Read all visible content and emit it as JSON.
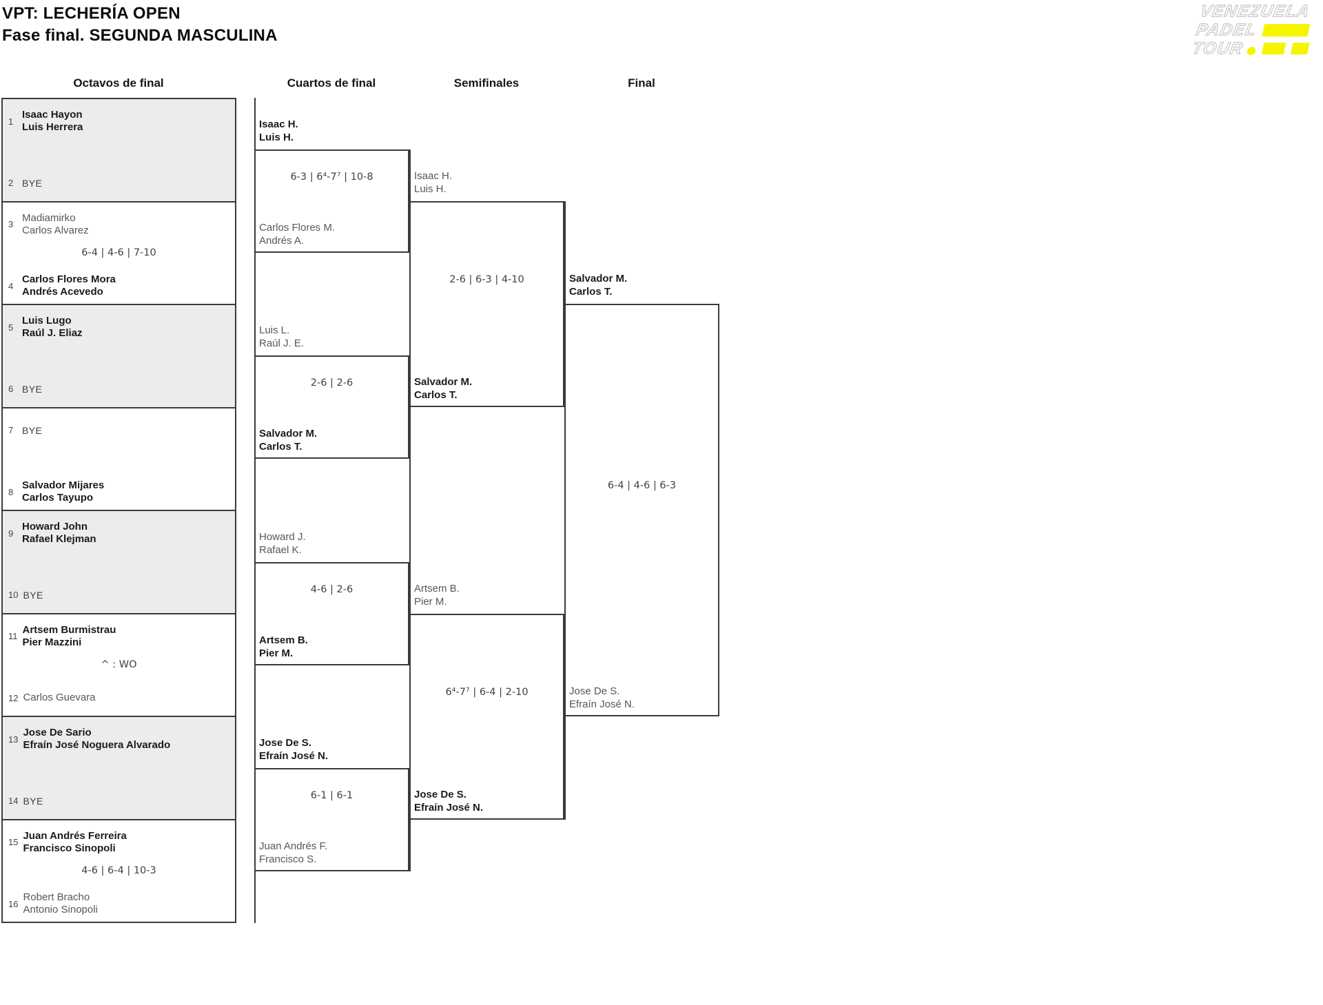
{
  "title": {
    "line1": "VPT: LECHERÍA OPEN",
    "line2": "Fase final. SEGUNDA MASCULINA"
  },
  "logo": {
    "line1": "VENEZUELA",
    "line2": "PADEL",
    "line3": "TOUR",
    "accent": "#f5f500"
  },
  "rounds": {
    "r16": "Octavos de final",
    "qf": "Cuartos de final",
    "sf": "Semifinales",
    "f": "Final"
  },
  "colors": {
    "border": "#3a3a3a",
    "shade": "#ececec",
    "winner": "#1b1b1b",
    "loser": "#575757",
    "neutral": "#3f3f3f"
  },
  "bracket": {
    "r16": [
      {
        "top": {
          "seed": "1",
          "line1": "Isaac Hayon",
          "line2": "Luis Herrera",
          "style": "winner"
        },
        "bottom": {
          "seed": "2",
          "line1": "BYE",
          "line2": "",
          "style": "bye"
        },
        "score": ""
      },
      {
        "top": {
          "seed": "3",
          "line1": "Madiamirko",
          "line2": "Carlos Alvarez",
          "style": "loser"
        },
        "bottom": {
          "seed": "4",
          "line1": "Carlos Flores Mora",
          "line2": "Andrés Acevedo",
          "style": "winner"
        },
        "score": "6-4 | 4-6 | 7-10"
      },
      {
        "top": {
          "seed": "5",
          "line1": "Luis Lugo",
          "line2": "Raúl J. Eliaz",
          "style": "winner"
        },
        "bottom": {
          "seed": "6",
          "line1": "BYE",
          "line2": "",
          "style": "bye"
        },
        "score": ""
      },
      {
        "top": {
          "seed": "7",
          "line1": "BYE",
          "line2": "",
          "style": "bye"
        },
        "bottom": {
          "seed": "8",
          "line1": "Salvador Mijares",
          "line2": "Carlos Tayupo",
          "style": "winner"
        },
        "score": ""
      },
      {
        "top": {
          "seed": "9",
          "line1": "Howard John",
          "line2": "Rafael Klejman",
          "style": "winner"
        },
        "bottom": {
          "seed": "10",
          "line1": "BYE",
          "line2": "",
          "style": "bye"
        },
        "score": ""
      },
      {
        "top": {
          "seed": "11",
          "line1": "Artsem Burmistrau",
          "line2": "Pier Mazzini",
          "style": "winner"
        },
        "bottom": {
          "seed": "12",
          "line1": "Carlos Guevara",
          "line2": "",
          "style": "loser"
        },
        "score": "^ : WO"
      },
      {
        "top": {
          "seed": "13",
          "line1": "Jose De Sario",
          "line2": "Efraín José Noguera Alvarado",
          "style": "winner"
        },
        "bottom": {
          "seed": "14",
          "line1": "BYE",
          "line2": "",
          "style": "bye"
        },
        "score": ""
      },
      {
        "top": {
          "seed": "15",
          "line1": "Juan Andrés Ferreira",
          "line2": "Francisco Sinopoli",
          "style": "winner"
        },
        "bottom": {
          "seed": "16",
          "line1": "Robert Bracho",
          "line2": "Antonio Sinopoli",
          "style": "loser"
        },
        "score": "4-6 | 6-4 | 10-3"
      }
    ],
    "qf": [
      {
        "top": {
          "line1": "Isaac H.",
          "line2": "Luis H.",
          "style": "winner"
        },
        "bottom": {
          "line1": "Carlos Flores M.",
          "line2": "Andrés A.",
          "style": "loser"
        },
        "score": "6-3 | 6⁴-7⁷ | 10-8"
      },
      {
        "top": {
          "line1": "Luis L.",
          "line2": "Raúl J. E.",
          "style": "loser"
        },
        "bottom": {
          "line1": "Salvador M.",
          "line2": "Carlos T.",
          "style": "winner"
        },
        "score": "2-6 | 2-6"
      },
      {
        "top": {
          "line1": "Howard J.",
          "line2": "Rafael K.",
          "style": "loser"
        },
        "bottom": {
          "line1": "Artsem B.",
          "line2": "Pier M.",
          "style": "winner"
        },
        "score": "4-6 | 2-6"
      },
      {
        "top": {
          "line1": "Jose De S.",
          "line2": "Efraín José N.",
          "style": "winner"
        },
        "bottom": {
          "line1": "Juan Andrés F.",
          "line2": "Francisco S.",
          "style": "loser"
        },
        "score": "6-1 | 6-1"
      }
    ],
    "sf": [
      {
        "top": {
          "line1": "Isaac H.",
          "line2": "Luis H.",
          "style": "loser"
        },
        "bottom": {
          "line1": "Salvador M.",
          "line2": "Carlos T.",
          "style": "winner"
        },
        "score": "2-6 | 6-3 | 4-10"
      },
      {
        "top": {
          "line1": "Artsem B.",
          "line2": "Pier M.",
          "style": "loser"
        },
        "bottom": {
          "line1": "Jose De S.",
          "line2": "Efraín José N.",
          "style": "winner"
        },
        "score": "6⁴-7⁷ | 6-4 | 2-10"
      }
    ],
    "f": [
      {
        "top": {
          "line1": "Salvador M.",
          "line2": "Carlos T.",
          "style": "winner"
        },
        "bottom": {
          "line1": "Jose De S.",
          "line2": "Efraín José N.",
          "style": "loser"
        },
        "score": "6-4 | 4-6 | 6-3"
      }
    ]
  }
}
